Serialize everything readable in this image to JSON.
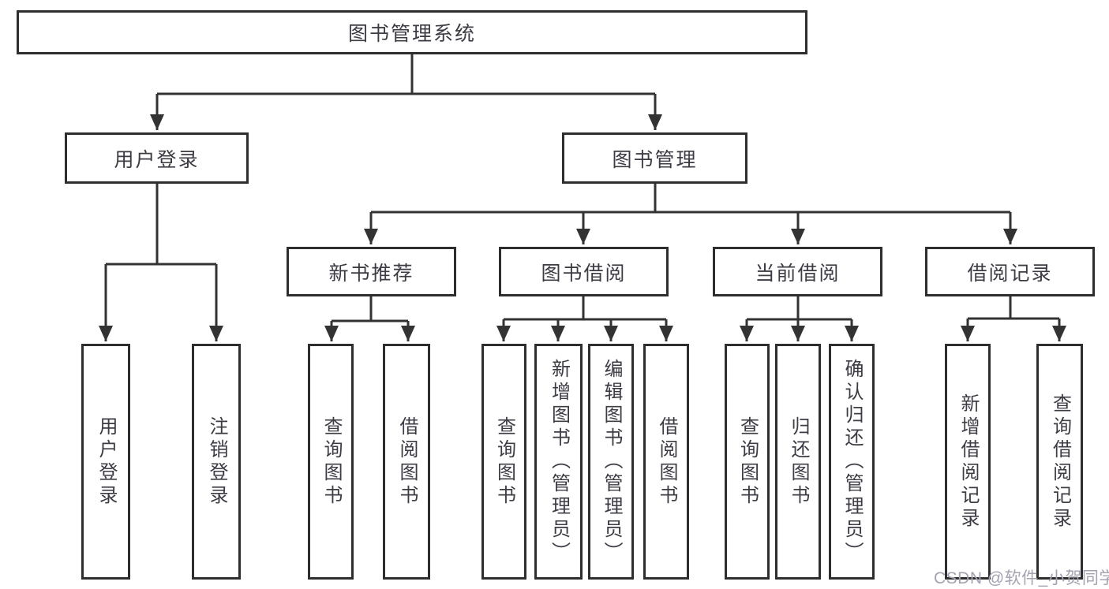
{
  "tree": {
    "root": {
      "label": "图书管理系统"
    },
    "branches": [
      {
        "label": "用户登录",
        "children": [
          {
            "label": "用户登录"
          },
          {
            "label": "注销登录"
          }
        ]
      },
      {
        "label": "图书管理",
        "sections": [
          {
            "label": "新书推荐",
            "children": [
              {
                "label": "查询图书"
              },
              {
                "label": "借阅图书"
              }
            ]
          },
          {
            "label": "图书借阅",
            "children": [
              {
                "label": "查询图书"
              },
              {
                "label": "新增图书（管理员）"
              },
              {
                "label": "编辑图书（管理员）"
              },
              {
                "label": "借阅图书"
              }
            ]
          },
          {
            "label": "当前借阅",
            "children": [
              {
                "label": "查询图书"
              },
              {
                "label": "归还图书"
              },
              {
                "label": "确认归还（管理员）"
              }
            ]
          },
          {
            "label": "借阅记录",
            "children": [
              {
                "label": "新增借阅记录"
              },
              {
                "label": "查询借阅记录"
              }
            ]
          }
        ]
      }
    ]
  },
  "watermark": {
    "text": "CSDN @软件_小贺同学"
  },
  "colors": {
    "line": "#333333",
    "box_border": "#2e2e2e",
    "text": "#3c3c44",
    "watermark": "#a3a3b1",
    "background": "#ffffff"
  }
}
